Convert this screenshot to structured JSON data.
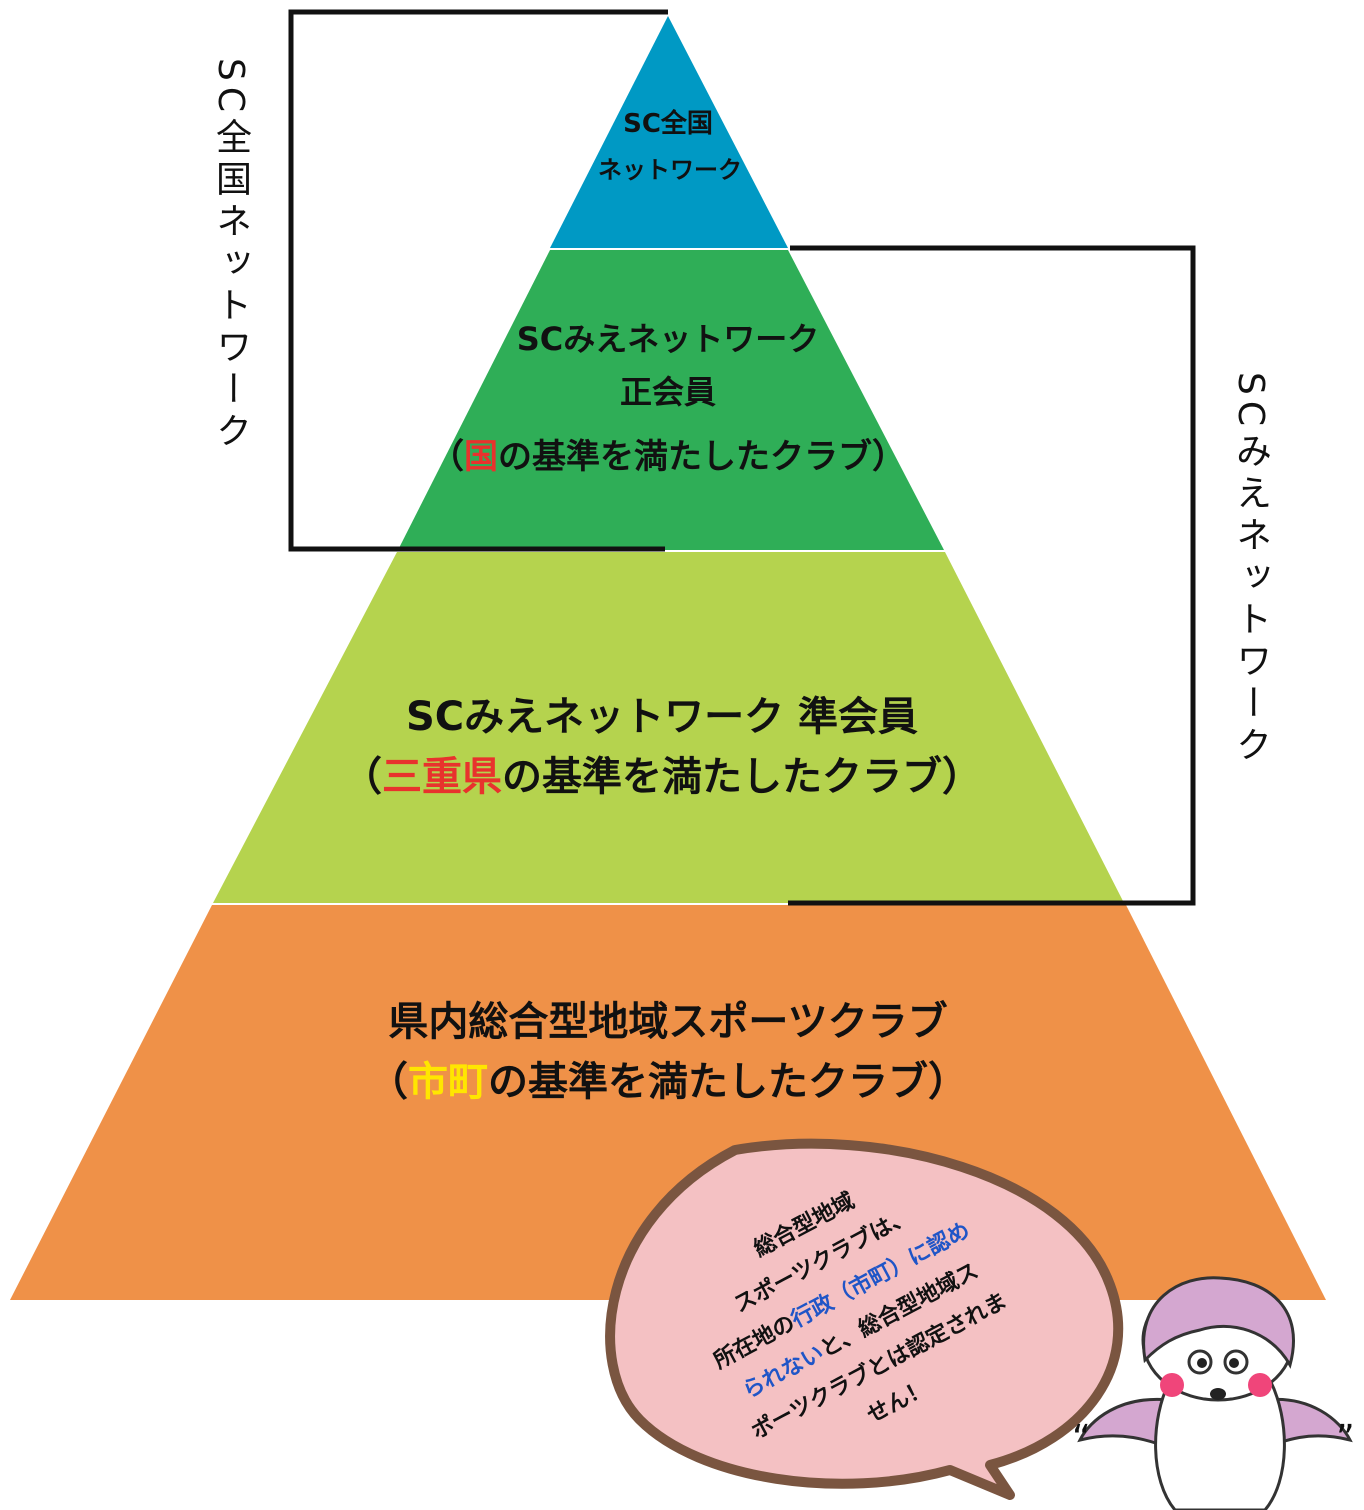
{
  "pyramid": {
    "tier1": {
      "line1": "SC全国",
      "line2": "ネットワーク",
      "color": "#0099c4"
    },
    "tier2": {
      "line1": "SCみえネットワーク",
      "line2": "正会員",
      "line3_open": "（",
      "line3_red": "国",
      "line3_rest": "の基準を満たしたクラブ）",
      "color": "#2fae57",
      "red": "#e8322d"
    },
    "tier3": {
      "line1": "SCみえネットワーク 準会員",
      "line2_open": "（",
      "line2_red": "三重県",
      "line2_rest": "の基準を満たしたクラブ）",
      "color": "#b5d34e",
      "red": "#e8322d"
    },
    "tier4": {
      "line1": "県内総合型地域スポーツクラブ",
      "line2_open": "（",
      "line2_yellow": "市町",
      "line2_rest": "の基準を満たしたクラブ）",
      "color": "#ef9148",
      "yellow": "#ffe600"
    }
  },
  "brackets": {
    "left_label": "SC全国ネットワーク",
    "right_label": "SCみえネットワーク"
  },
  "bubble": {
    "l1": "総合型地域",
    "l2": "スポーツクラブは、",
    "l3a": "所在地の",
    "l3b": "行政（市町）に認め",
    "l4a": "られない",
    "l4b": "と、総合型地域ス",
    "l5": "ポーツクラブとは認定されま",
    "l6": "せん！",
    "fill": "#f4c1c3",
    "border": "#7a5540",
    "blue": "#1f55c7"
  },
  "mascot": {
    "name": "bird-mascot",
    "quote_open": "“",
    "quote_close": "”"
  }
}
